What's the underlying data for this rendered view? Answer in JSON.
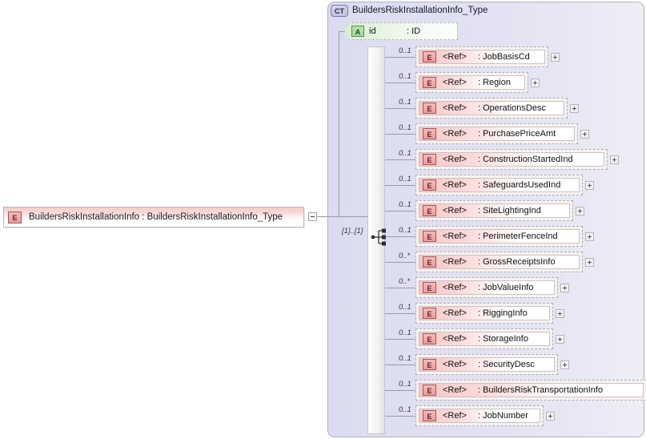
{
  "root_element": {
    "badge": "E",
    "label": "BuildersRiskInstallationInfo : BuildersRiskInstallationInfo_Type",
    "expander": "minus-box"
  },
  "complex_type": {
    "badge": "CT",
    "title": "BuildersRiskInstallationInfo_Type"
  },
  "attribute": {
    "badge": "A",
    "name": "id",
    "type": ": ID"
  },
  "sequence": {
    "cardinality": "[1]..[1]",
    "icon": "sequence-compositor-icon"
  },
  "children": [
    {
      "cardinality": "0..1",
      "badge": "E",
      "tag": "<Ref>",
      "name": ": JobBasisCd",
      "expander": "+"
    },
    {
      "cardinality": "0..1",
      "badge": "E",
      "tag": "<Ref>",
      "name": ": Region",
      "expander": "+"
    },
    {
      "cardinality": "0..1",
      "badge": "E",
      "tag": "<Ref>",
      "name": ": OperationsDesc",
      "expander": "+"
    },
    {
      "cardinality": "0..1",
      "badge": "E",
      "tag": "<Ref>",
      "name": ": PurchasePriceAmt",
      "expander": "+"
    },
    {
      "cardinality": "0..1",
      "badge": "E",
      "tag": "<Ref>",
      "name": ": ConstructionStartedInd",
      "expander": "+"
    },
    {
      "cardinality": "0..1",
      "badge": "E",
      "tag": "<Ref>",
      "name": ": SafeguardsUsedInd",
      "expander": "+"
    },
    {
      "cardinality": "0..1",
      "badge": "E",
      "tag": "<Ref>",
      "name": ": SiteLightingInd",
      "expander": "+"
    },
    {
      "cardinality": "0..1",
      "badge": "E",
      "tag": "<Ref>",
      "name": ": PerimeterFenceInd",
      "expander": "+"
    },
    {
      "cardinality": "0..*",
      "badge": "E",
      "tag": "<Ref>",
      "name": ": GrossReceiptsInfo",
      "expander": "+"
    },
    {
      "cardinality": "0..*",
      "badge": "E",
      "tag": "<Ref>",
      "name": ": JobValueInfo",
      "expander": "+"
    },
    {
      "cardinality": "0..1",
      "badge": "E",
      "tag": "<Ref>",
      "name": ": RiggingInfo",
      "expander": "+"
    },
    {
      "cardinality": "0..1",
      "badge": "E",
      "tag": "<Ref>",
      "name": ": StorageInfo",
      "expander": "+"
    },
    {
      "cardinality": "0..1",
      "badge": "E",
      "tag": "<Ref>",
      "name": ": SecurityDesc",
      "expander": "+"
    },
    {
      "cardinality": "0..1",
      "badge": "E",
      "tag": "<Ref>",
      "name": ": BuildersRiskTransportationInfo",
      "expander": "+"
    },
    {
      "cardinality": "0..1",
      "badge": "E",
      "tag": "<Ref>",
      "name": ": JobNumber",
      "expander": "+"
    }
  ],
  "colors": {
    "element_fill": "#f8caca",
    "attribute_fill": "#d8efd2",
    "panel_fill": "#dcdcf0",
    "badge_element": "#f6b9b9",
    "badge_attribute": "#b9e4b0",
    "badge_complextype": "#d3d3ec",
    "connector": "#9a9aa8"
  }
}
